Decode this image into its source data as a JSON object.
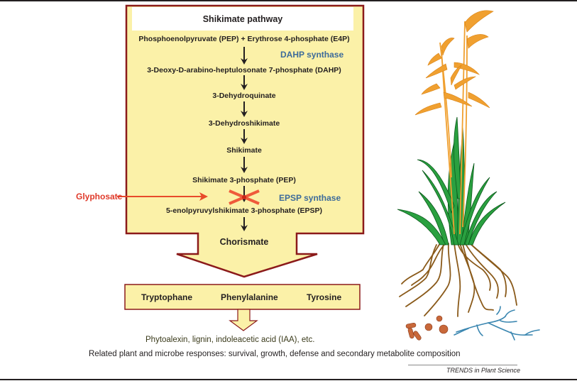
{
  "title": "Shikimate pathway",
  "pathway_steps": [
    "Phosphoenolpyruvate (PEP) + Erythrose 4-phosphate (E4P)",
    "3-Deoxy-D-arabino-heptulosonate 7-phosphate (DAHP)",
    "3-Dehydroquinate",
    "3-Dehydroshikimate",
    "Shikimate",
    "Shikimate 3-phosphate (PEP)",
    "5-enolpyruvylshikimate 3-phosphate (EPSP)",
    "Chorismate"
  ],
  "enzymes": {
    "dahp": "DAHP synthase",
    "epsp": "EPSP synthase"
  },
  "inhibitor": {
    "label": "Glyphosate",
    "color": "#e03a2a",
    "target": "EPSP synthase"
  },
  "products": [
    "Tryptophane",
    "Phenylalanine",
    "Tyrosine"
  ],
  "secondary_metabolites": "Phytoalexin, lignin, indoleacetic acid (IAA), etc.",
  "responses": "Related plant and microbe responses: survival, growth, defense and secondary metabolite composition",
  "source": "TRENDS in Plant Science",
  "colors": {
    "box_fill": "#fbf1a8",
    "box_border": "#8b1a1a",
    "enzyme_text": "#3d6b9a",
    "inhibitor": "#e03a2a",
    "grain": "#f0a030",
    "leaf": "#2a9a3a",
    "root": "#8a5a1a",
    "bacteria": "#c8683a",
    "fungus": "#3a86b0"
  }
}
